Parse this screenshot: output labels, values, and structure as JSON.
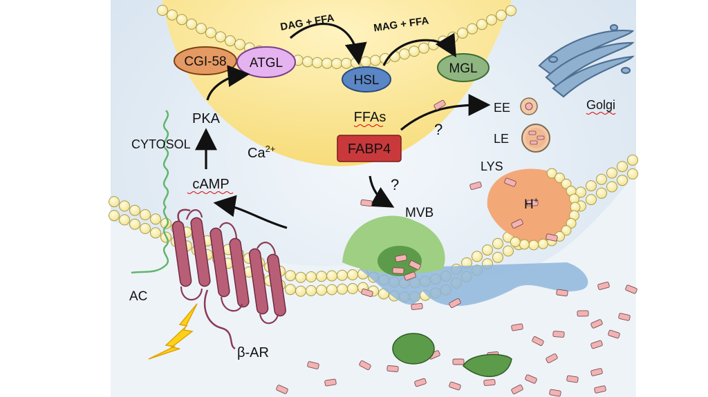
{
  "labels": {
    "dag_ffa": "DAG + FFA",
    "mag_ffa": "MAG + FFA",
    "cgi58": "CGI-58",
    "atgl": "ATGL",
    "hsl": "HSL",
    "mgl": "MGL",
    "golgi": "Golgi",
    "pka": "PKA",
    "cytosol": "CYTOSOL",
    "ca": "Ca",
    "ca_sup": "2+",
    "ffas": "FFAs",
    "fabp4": "FABP4",
    "question1": "?",
    "question2": "?",
    "ee": "EE",
    "le": "LE",
    "lys": "LYS",
    "h": "H",
    "h_sup": "+",
    "camp": "cAMP",
    "mvb": "MVB",
    "ac": "AC",
    "beta_ar": "β-AR"
  },
  "colors": {
    "background": "#dfe9f2",
    "cytosol_pale": "#eef3f8",
    "lipid_droplet": "#fbe8a2",
    "bead": "#fdf3b4",
    "bead_stroke": "#a89b4e",
    "cgi58": "#e59a63",
    "atgl": "#e5b4f0",
    "hsl": "#5b86c5",
    "mgl": "#8fb680",
    "fabp4": "#c9393b",
    "cargo": "#f2b3b4",
    "mvb": "#9fcf82",
    "lysosome": "#f3a878",
    "blue_fluid": "#8fb6dc",
    "receptor": "#b85f77",
    "ac_helix": "#5fb56b",
    "bolt": "#ffd21a",
    "golgi": "#8fb0cf"
  }
}
